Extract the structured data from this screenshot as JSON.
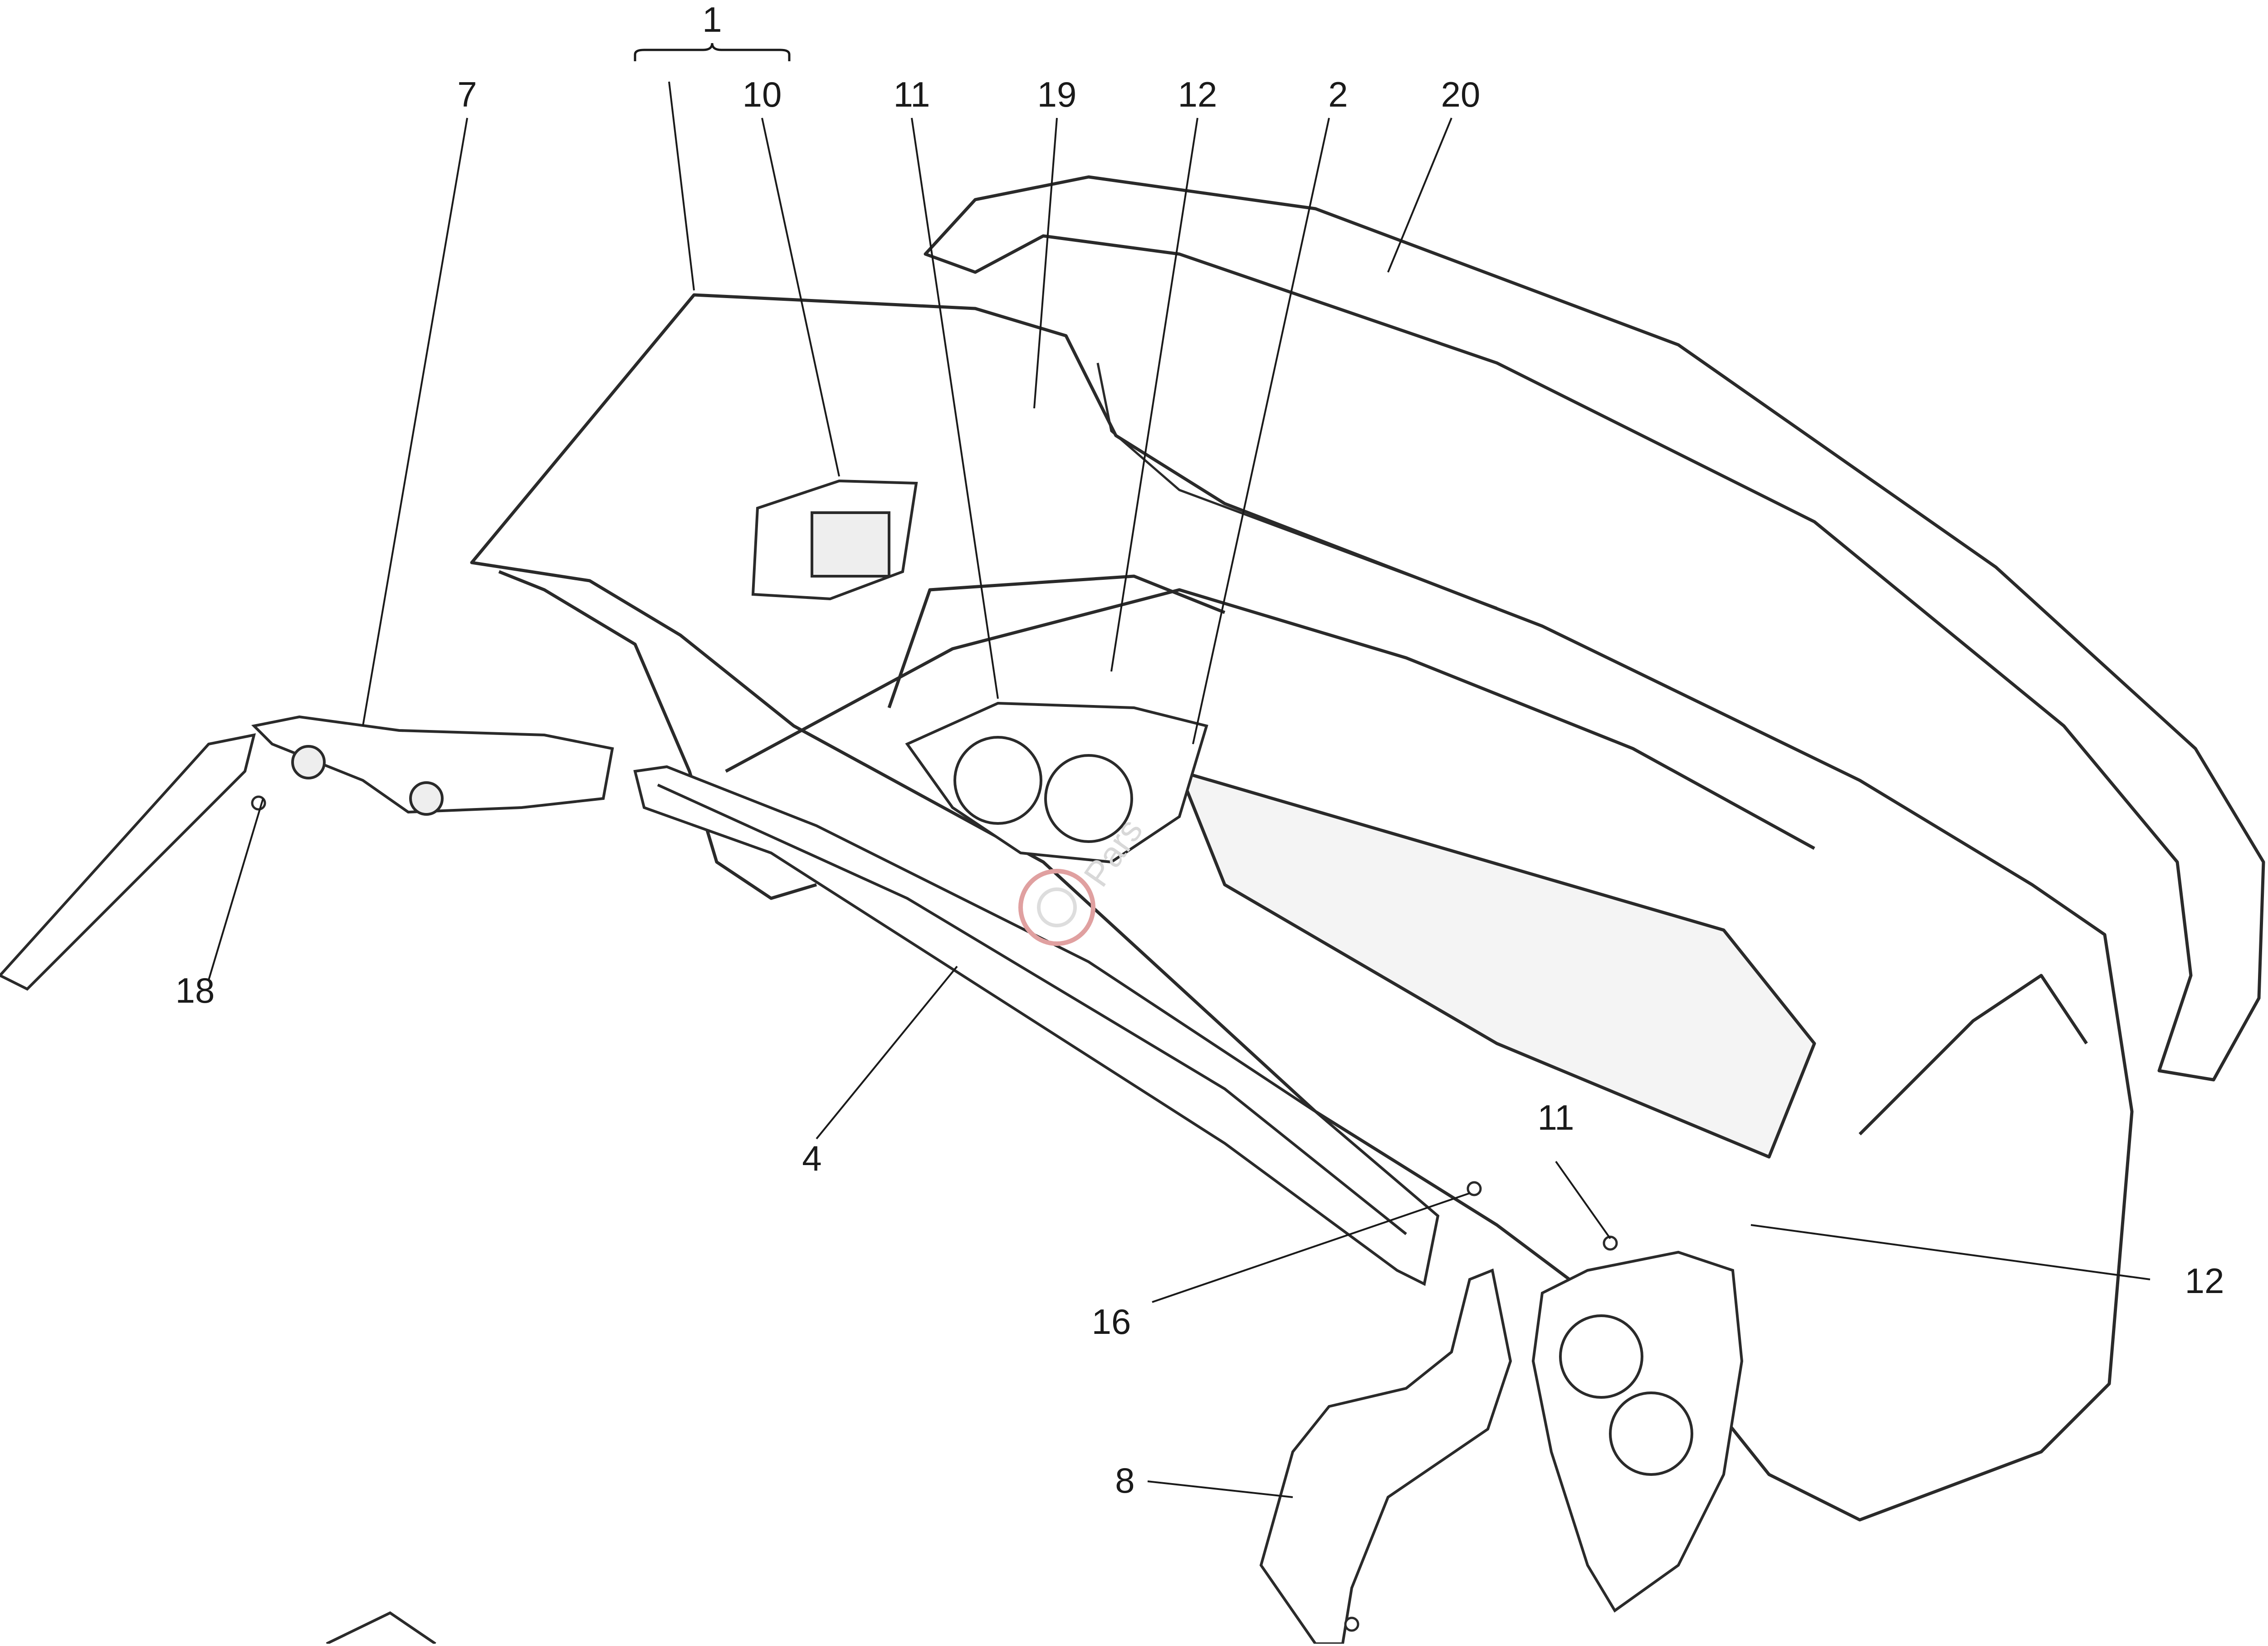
{
  "diagram": {
    "labels": [
      {
        "id": "1",
        "text": "1"
      },
      {
        "id": "7",
        "text": "7"
      },
      {
        "id": "10",
        "text": "10"
      },
      {
        "id": "11",
        "text": "11"
      },
      {
        "id": "19",
        "text": "19"
      },
      {
        "id": "12",
        "text": "12"
      },
      {
        "id": "2",
        "text": "2"
      },
      {
        "id": "20",
        "text": "20"
      },
      {
        "id": "18",
        "text": "18"
      },
      {
        "id": "4",
        "text": "4"
      },
      {
        "id": "11b",
        "text": "11"
      },
      {
        "id": "12b",
        "text": "12"
      },
      {
        "id": "16",
        "text": "16"
      },
      {
        "id": "8",
        "text": "8"
      }
    ]
  },
  "watermark": {
    "brand": "Pars"
  },
  "colors": {
    "line": "#2a2a2a",
    "fill": "#ffffff",
    "shade": "#e6e6e6",
    "watermark": "#d7d7d7"
  }
}
